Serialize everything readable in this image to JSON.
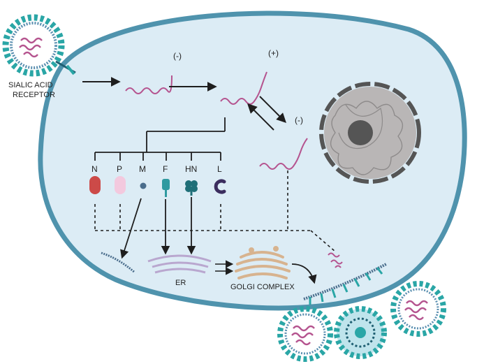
{
  "receptor_label_line1": "SIALIC ACID",
  "receptor_label_line2": "RECEPTOR",
  "rna_minus_1": "(-)",
  "rna_plus": "(+)",
  "rna_minus_2": "(-)",
  "genes": [
    "N",
    "P",
    "M",
    "F",
    "HN",
    "L"
  ],
  "er_label": "ER",
  "golgi_label": "GOLGI COMPLEX",
  "colors": {
    "membrane": "#4f93ad",
    "cytoplasm": "#dcecf5",
    "rna": "#b5548f",
    "arrow": "#1e1e1e",
    "nucleus": "#b9b6b6",
    "nucleolus": "#555555",
    "gene_N": "#cc4a48",
    "gene_P": "#f3c9de",
    "gene_M": "#4a6d8c",
    "gene_F": "#2f9aa0",
    "gene_HN": "#1f6f78",
    "gene_L": "#3b2d5e",
    "virion_teal": "#2aa6a6",
    "virion_dark": "#1f5f72"
  }
}
